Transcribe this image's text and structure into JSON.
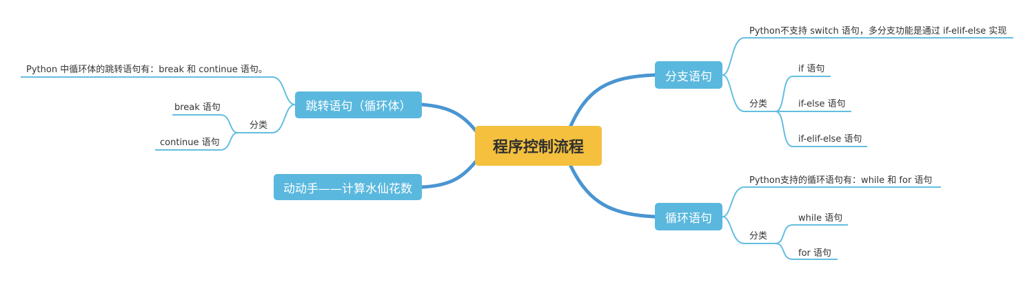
{
  "root": {
    "label": "程序控制流程"
  },
  "colors": {
    "root": "#f4c03e",
    "branch": "#5ab8de",
    "main_line": "#4a95d2",
    "sub_line": "#62bde0"
  },
  "branches": {
    "branch_stmt": {
      "label": "分支语句",
      "note": "Python不支持 switch 语句，多分支功能是通过 if-elif-else 实现",
      "category": "分类",
      "items": [
        "if 语句",
        "if-else 语句",
        "if-elif-else 语句"
      ]
    },
    "loop_stmt": {
      "label": "循环语句",
      "note": "Python支持的循环语句有：while 和 for 语句",
      "category": "分类",
      "items": [
        "while 语句",
        "for 语句"
      ]
    },
    "jump_stmt": {
      "label": "跳转语句（循环体）",
      "note": "Python 中循环体的跳转语句有：break 和 continue 语句。",
      "category": "分类",
      "items": [
        "break 语句",
        "continue 语句"
      ]
    },
    "exercise": {
      "label": "动动手——计算水仙花数"
    }
  }
}
